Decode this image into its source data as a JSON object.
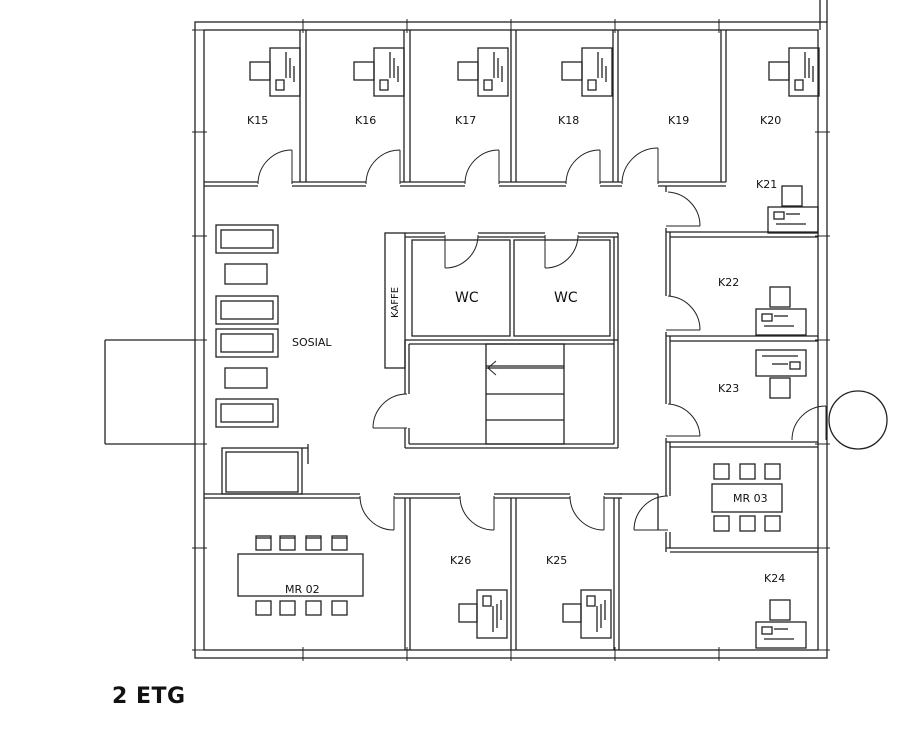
{
  "floor": {
    "label": "2 ETG"
  },
  "rooms": {
    "k15": "K15",
    "k16": "K16",
    "k17": "K17",
    "k18": "K18",
    "k19": "K19",
    "k20": "K20",
    "k21": "K21",
    "k22": "K22",
    "k23": "K23",
    "k24": "K24",
    "k25": "K25",
    "k26": "K26",
    "wc_left": "WC",
    "wc_right": "WC",
    "kaffe": "KAFFE",
    "sosial": "SOSIAL",
    "mr02": "MR 02",
    "mr03": "MR 03"
  }
}
